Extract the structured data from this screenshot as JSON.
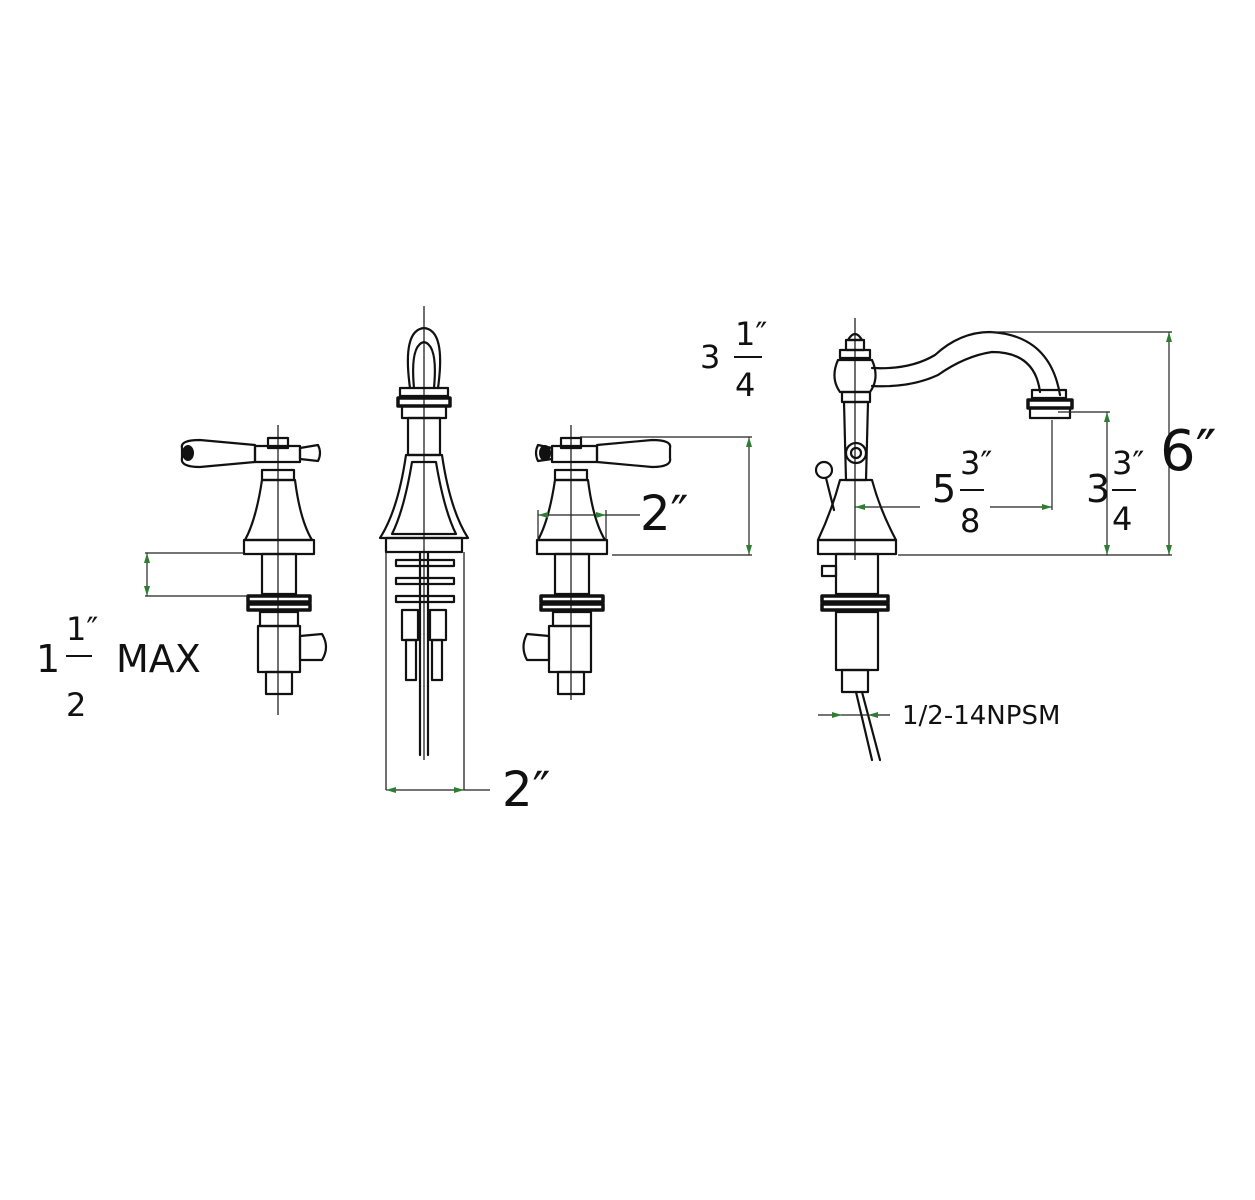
{
  "colors": {
    "line": "#111111",
    "arrow": "#2e7d32",
    "background": "#ffffff"
  },
  "labels": {
    "max_whole": "1",
    "max_num": "1″",
    "max_den": "2",
    "max_suffix": "MAX",
    "handle_width": "2″",
    "spout_base_width": "2″",
    "handle_height_whole": "3",
    "handle_height_num": "1″",
    "handle_height_den": "4",
    "reach_whole": "5",
    "reach_num": "3″",
    "reach_den": "8",
    "clearance_whole": "3",
    "clearance_num": "3″",
    "clearance_den": "4",
    "total_height": "6″",
    "thread": "1/2-14NPSM"
  }
}
